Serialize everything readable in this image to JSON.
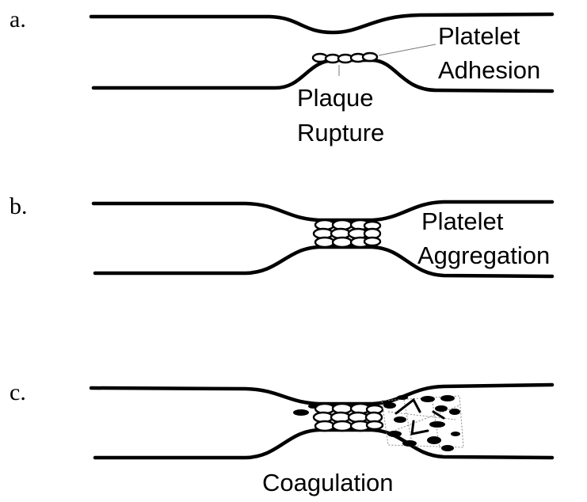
{
  "panels": [
    {
      "letter": "a.",
      "labels": [
        {
          "lines": [
            "Platelet",
            "Adhesion"
          ]
        },
        {
          "lines": [
            "Plaque",
            "Rupture"
          ]
        }
      ]
    },
    {
      "letter": "b.",
      "labels": [
        {
          "lines": [
            "Platelet",
            "Aggregation"
          ]
        }
      ]
    },
    {
      "letter": "c.",
      "labels": [
        {
          "lines": [
            "Coagulation"
          ]
        }
      ]
    }
  ]
}
